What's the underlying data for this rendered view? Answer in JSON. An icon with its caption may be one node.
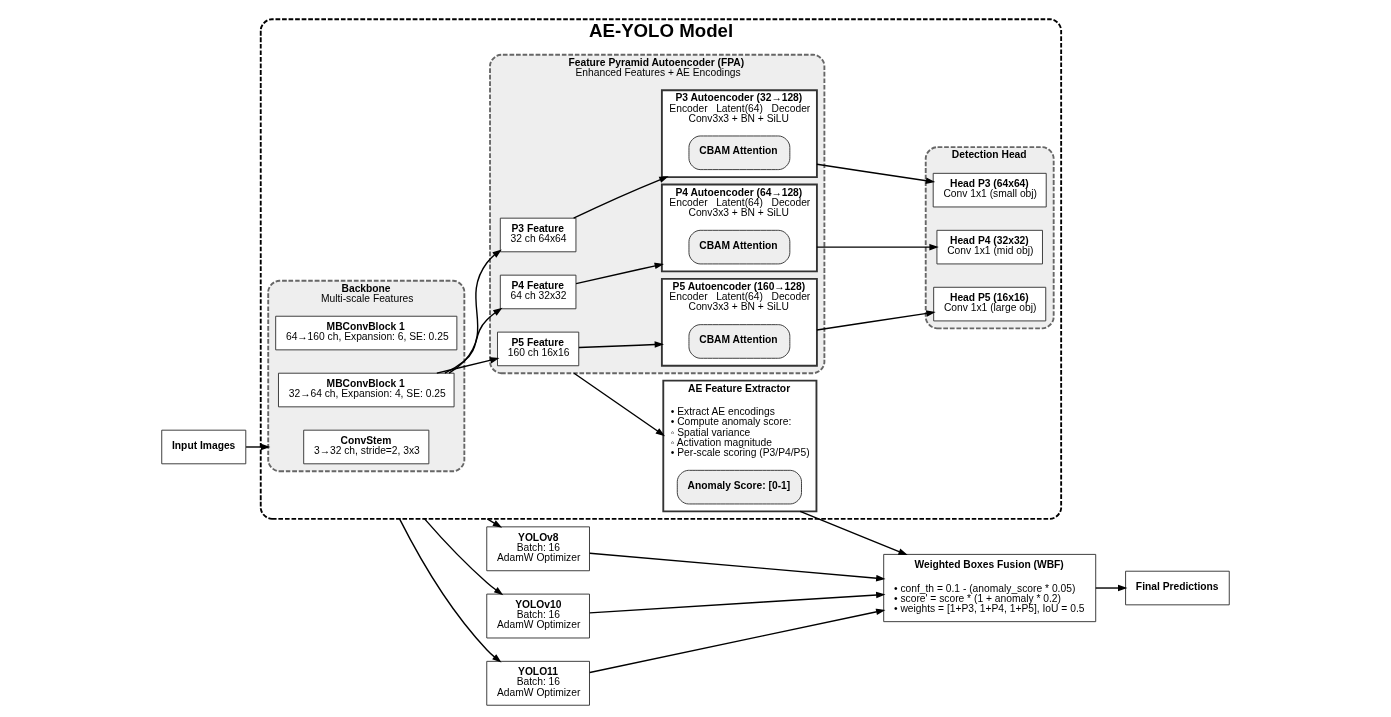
{
  "diagram": {
    "nodes": [
      {
        "text": [
          "Input Images"
        ]
      },
      {
        "text": [
          "AE-YOLO Model"
        ]
      },
      {
        "text": [
          "Backbone",
          "Multi-scale Features"
        ],
        "in": 1
      },
      {
        "text": [
          "ConvStem",
          "3→32 ch, stride=2, 3x3"
        ],
        "in": 2
      },
      {
        "text": [
          "MBConvBlock 1",
          "32→64 ch, Expansion: 4, SE: 0.25"
        ],
        "in": 2
      },
      {
        "text": [
          "MBConvBlock 1",
          "64→160 ch, Expansion: 6, SE: 0.25"
        ],
        "in": 2
      },
      {
        "text": [
          "Feature Pyramid Autoencoder (FPA)",
          "Enhanced Features + AE Encodings"
        ],
        "in": 1
      },
      {
        "text": [
          "P5 Feature",
          "160 ch 16x16"
        ],
        "in": 6
      },
      {
        "text": [
          "P5 Autoencoder (160→128)",
          "Encoder   Latent(64)   Decoder",
          "Conv3x3 + BN + SiLU"
        ],
        "in": 6
      },
      {
        "text": [
          "CBAM Attention"
        ],
        "in": 8
      },
      {
        "text": [
          "P4 Feature",
          "64 ch 32x32"
        ],
        "in": 6
      },
      {
        "text": [
          "P4 Autoencoder (64→128)",
          "Encoder   Latent(64)   Decoder",
          "Conv3x3 + BN + SiLU"
        ],
        "in": 6
      },
      {
        "text": [
          "CBAM Attention"
        ],
        "in": 11
      },
      {
        "text": [
          "P3 Feature",
          "32 ch 64x64"
        ],
        "in": 6
      },
      {
        "text": [
          "P3 Autoencoder (32→128)",
          "Encoder   Latent(64)   Decoder",
          "Conv3x3 + BN + SiLU"
        ],
        "in": 6
      },
      {
        "text": [
          "CBAM Attention"
        ],
        "in": 14
      },
      {
        "text": [
          "Detection Head"
        ],
        "in": 1
      },
      {
        "text": [
          "Head P5 (16x16)",
          "Conv 1x1 (large obj)"
        ],
        "in": 16
      },
      {
        "text": [
          "Head P4 (32x32)",
          "Conv 1x1 (mid obj)"
        ],
        "in": 16
      },
      {
        "text": [
          "Head P3 (64x64)",
          "Conv 1x1 (small obj)"
        ],
        "in": 16
      },
      {
        "text": [
          "AE Feature Extractor",
          "• Extract AE encodings",
          "• Compute anomaly score:",
          "◦ Spatial variance",
          "◦ Activation magnitude",
          "• Per-scale scoring (P3/P4/P5)"
        ],
        "in": 1
      },
      {
        "text": [
          "Anomaly Score: [0-1]"
        ],
        "in": 20
      },
      {
        "text": [
          "YOLOv8",
          "Batch: 16",
          "AdamW Optimizer"
        ]
      },
      {
        "text": [
          "YOLOv10",
          "Batch: 16",
          "AdamW Optimizer"
        ]
      },
      {
        "text": [
          "YOLO11",
          "Batch: 16",
          "AdamW Optimizer"
        ]
      },
      {
        "text": [
          "Weighted Boxes Fusion (WBF)",
          "• conf_th = 0.1 - (anomaly_score * 0.05)",
          "• score' = score * (1 + anomaly * 0.2)",
          "• weights = [1+P3, 1+P4, 1+P5], IoU = 0.5"
        ]
      },
      {
        "text": [
          "Final Predictions"
        ]
      }
    ],
    "edges": [
      {
        "from": 0,
        "to": 2,
        "arrow": "to"
      },
      {
        "from": 4,
        "to": 7,
        "arrow": "to"
      },
      {
        "from": 4,
        "to": 10,
        "arrow": "to"
      },
      {
        "from": 4,
        "to": 13,
        "arrow": "to"
      },
      {
        "from": 7,
        "to": 8,
        "arrow": "to"
      },
      {
        "from": 10,
        "to": 11,
        "arrow": "to"
      },
      {
        "from": 13,
        "to": 14,
        "arrow": "to"
      },
      {
        "from": 8,
        "to": 17,
        "arrow": "to"
      },
      {
        "from": 11,
        "to": 18,
        "arrow": "to"
      },
      {
        "from": 14,
        "to": 19,
        "arrow": "to"
      },
      {
        "from": 6,
        "to": 20,
        "arrow": "to"
      },
      {
        "from": 1,
        "to": 22,
        "arrow": "to"
      },
      {
        "from": 1,
        "to": 23,
        "arrow": "to"
      },
      {
        "from": 1,
        "to": 24,
        "arrow": "to"
      },
      {
        "from": 22,
        "to": 25,
        "arrow": "to"
      },
      {
        "from": 23,
        "to": 25,
        "arrow": "to"
      },
      {
        "from": 24,
        "to": 25,
        "arrow": "to"
      },
      {
        "from": 20,
        "to": 25,
        "arrow": "to"
      },
      {
        "from": 25,
        "to": 26,
        "arrow": "to"
      }
    ]
  }
}
